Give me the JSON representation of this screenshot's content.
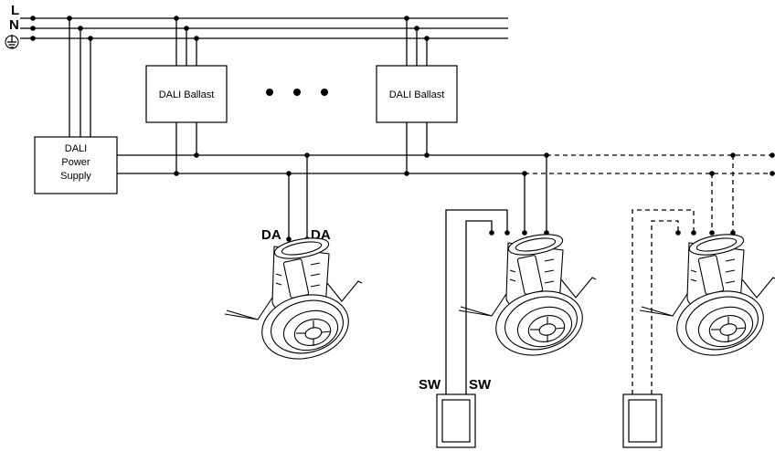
{
  "lines": {
    "live": "L",
    "neutral": "N"
  },
  "power_supply": {
    "line1": "DALI",
    "line2": "Power",
    "line3": "Supply"
  },
  "ballasts": [
    {
      "label": "DALI Ballast"
    },
    {
      "label": "DALI Ballast"
    }
  ],
  "ellipsis": "• • •",
  "sensor1": {
    "terminal_left": "DA",
    "terminal_right": "DA"
  },
  "sensor2": {
    "switch_left": "SW",
    "switch_right": "SW"
  }
}
